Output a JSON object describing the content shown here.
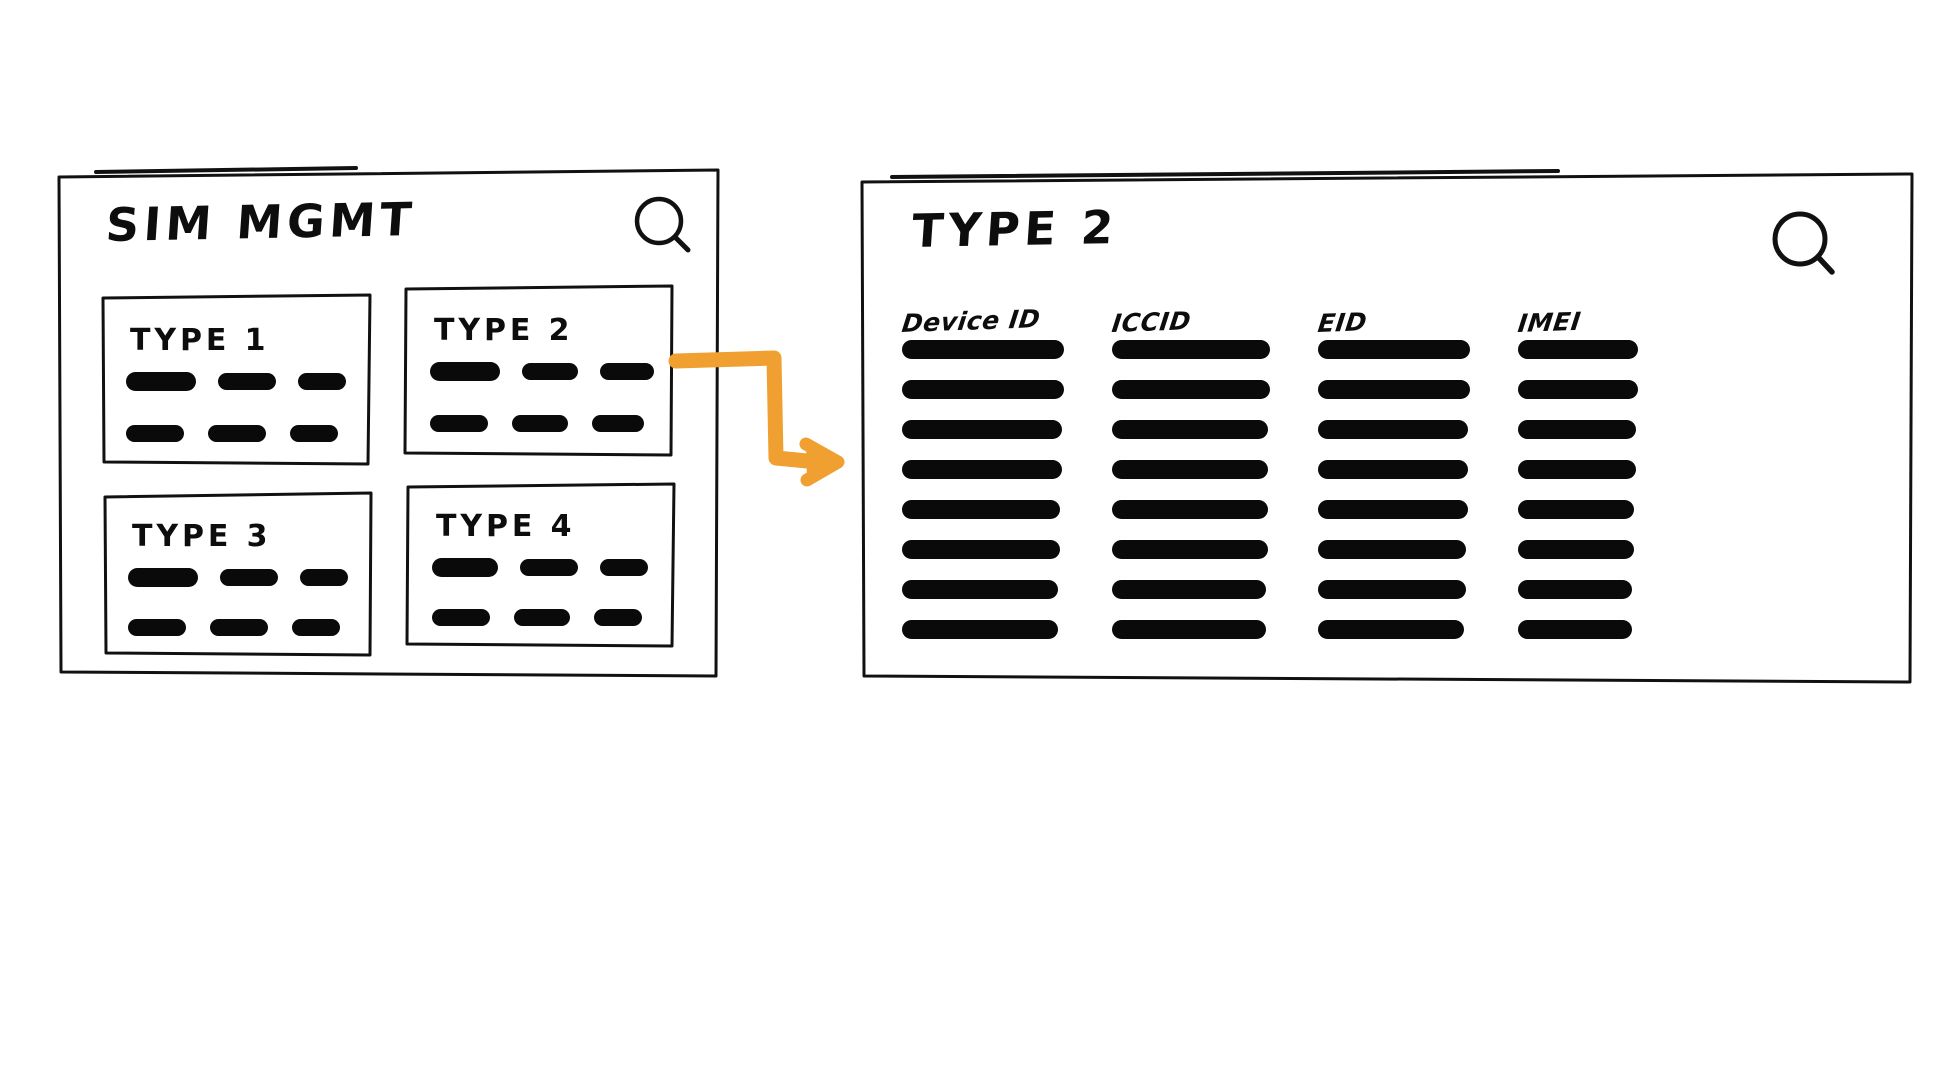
{
  "palette": {
    "ink": "#0a0a0a",
    "paper": "#ffffff",
    "accent": "#f0a030"
  },
  "left_panel": {
    "title": "SIM MGMT",
    "search_icon": "search-icon",
    "cards": [
      {
        "label": "TYPE 1",
        "rows": 2,
        "bars_per_row": 3
      },
      {
        "label": "TYPE 2",
        "rows": 2,
        "bars_per_row": 3
      },
      {
        "label": "TYPE 3",
        "rows": 2,
        "bars_per_row": 3
      },
      {
        "label": "TYPE 4",
        "rows": 2,
        "bars_per_row": 3
      }
    ]
  },
  "connector": {
    "type": "elbow-arrow",
    "color": "#f0a030",
    "direction": "left-panel-to-right-panel"
  },
  "right_panel": {
    "title": "TYPE 2",
    "search_icon": "search-icon",
    "columns": [
      {
        "header": "Device ID",
        "rows": 8
      },
      {
        "header": "ICCID",
        "rows": 8
      },
      {
        "header": "EID",
        "rows": 8
      },
      {
        "header": "IMEI",
        "rows": 8
      }
    ]
  }
}
